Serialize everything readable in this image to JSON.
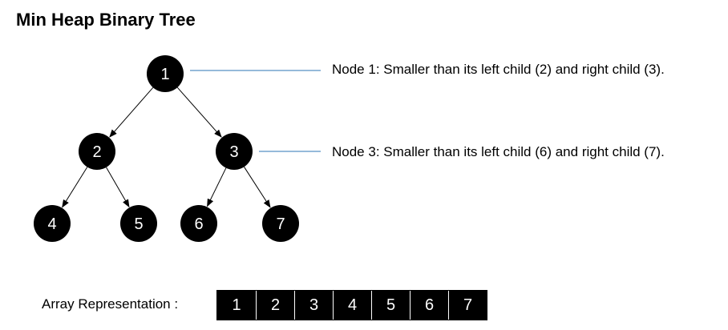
{
  "title": "Min Heap Binary Tree",
  "colors": {
    "node_fill": "#000000",
    "node_text": "#ffffff",
    "edge": "#000000",
    "leader_line": "#2e75b6"
  },
  "tree": {
    "nodes": [
      {
        "id": "n1",
        "label": "1"
      },
      {
        "id": "n2",
        "label": "2"
      },
      {
        "id": "n3",
        "label": "3"
      },
      {
        "id": "n4",
        "label": "4"
      },
      {
        "id": "n5",
        "label": "5"
      },
      {
        "id": "n6",
        "label": "6"
      },
      {
        "id": "n7",
        "label": "7"
      }
    ],
    "edges": [
      {
        "from": "n1",
        "to": "n2"
      },
      {
        "from": "n1",
        "to": "n3"
      },
      {
        "from": "n2",
        "to": "n4"
      },
      {
        "from": "n2",
        "to": "n5"
      },
      {
        "from": "n3",
        "to": "n6"
      },
      {
        "from": "n3",
        "to": "n7"
      }
    ]
  },
  "annotations": [
    {
      "node": "n1",
      "text": "Node 1: Smaller than its left child (2) and right child (3)."
    },
    {
      "node": "n3",
      "text": "Node 3: Smaller than its left child (6) and right child (7)."
    }
  ],
  "array": {
    "label": "Array Representation :",
    "values": [
      "1",
      "2",
      "3",
      "4",
      "5",
      "6",
      "7"
    ]
  }
}
